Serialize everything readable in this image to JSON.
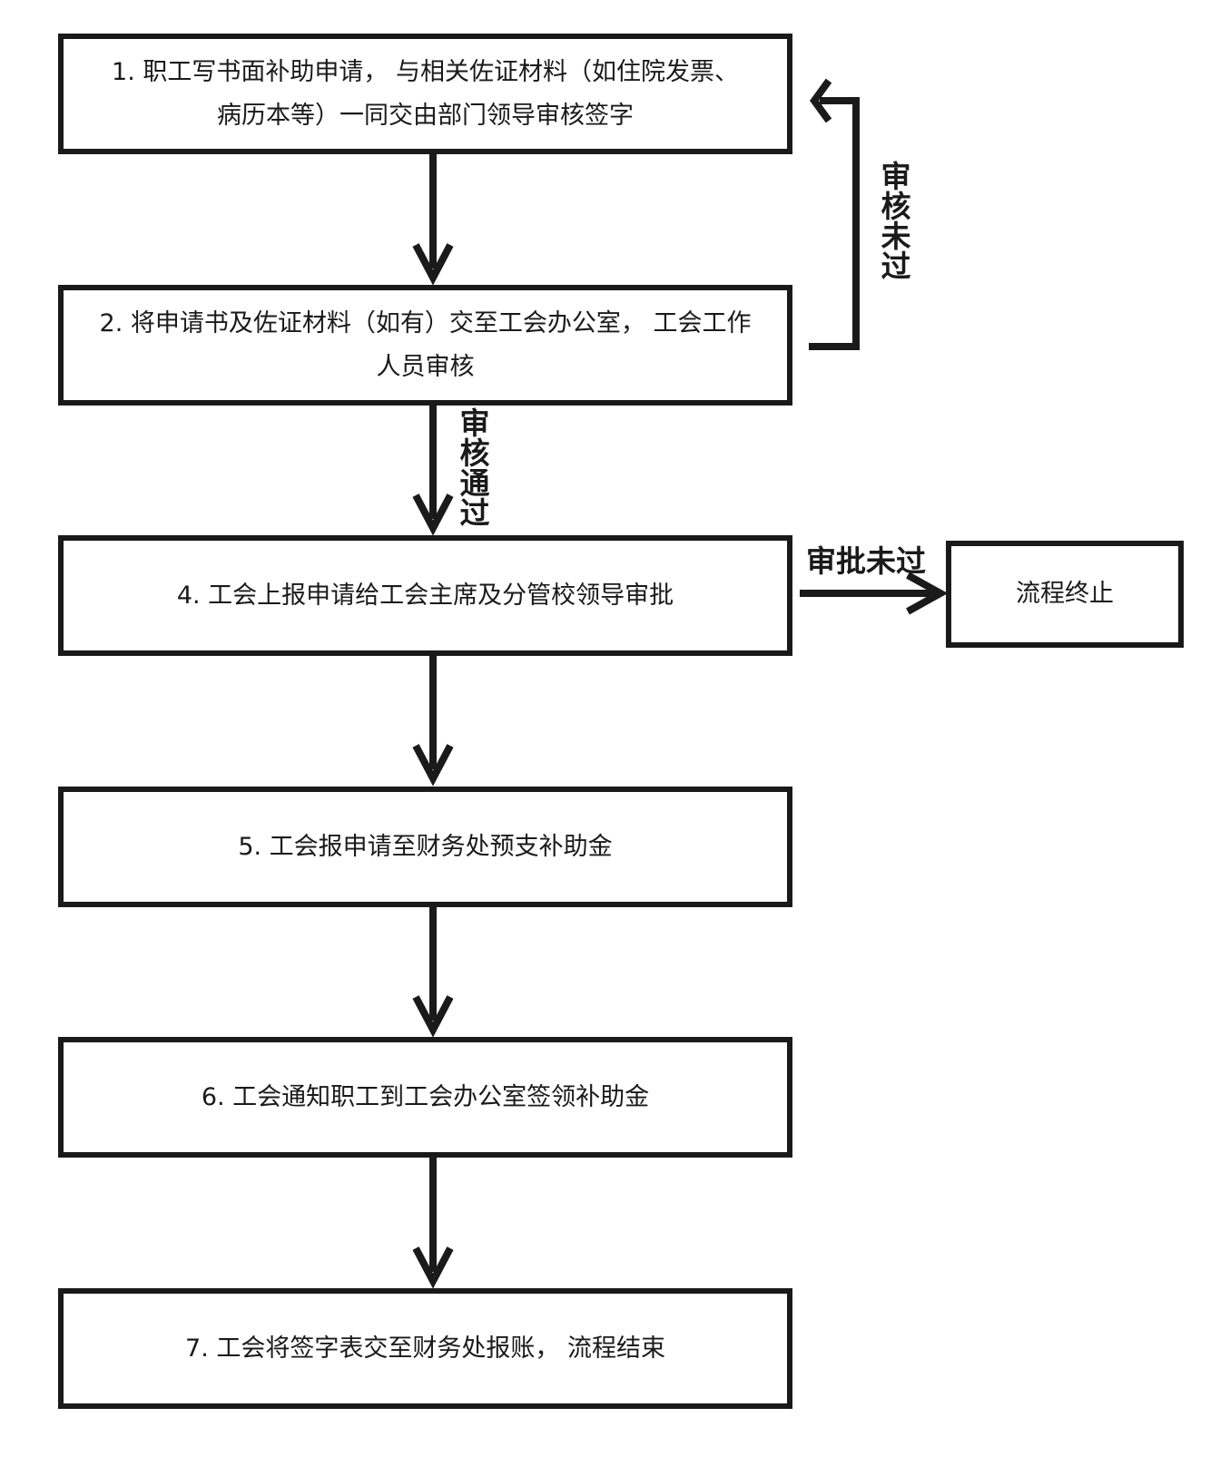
{
  "steps": {
    "step1": {
      "line1": "1. 职工写书面补助申请， 与相关佐证材料（如住院发票、",
      "line2": "病历本等）一同交由部门领导审核签字"
    },
    "step2": {
      "line1": "2. 将申请书及佐证材料（如有）交至工会办公室， 工会工作",
      "line2": "人员审核"
    },
    "step4": "4. 工会上报申请给工会主席及分管校领导审批",
    "step5": "5. 工会报申请至财务处预支补助金",
    "step6": "6. 工会通知职工到工会办公室签领补助金",
    "step7": "7. 工会将签字表交至财务处报账， 流程结束",
    "terminate": "流程终止"
  },
  "edge_labels": {
    "review_failed": "审核未过",
    "review_passed": "审核通过",
    "approval_failed": "审批未过"
  },
  "colors": {
    "stroke": "#1a1a1a",
    "background": "#ffffff"
  }
}
